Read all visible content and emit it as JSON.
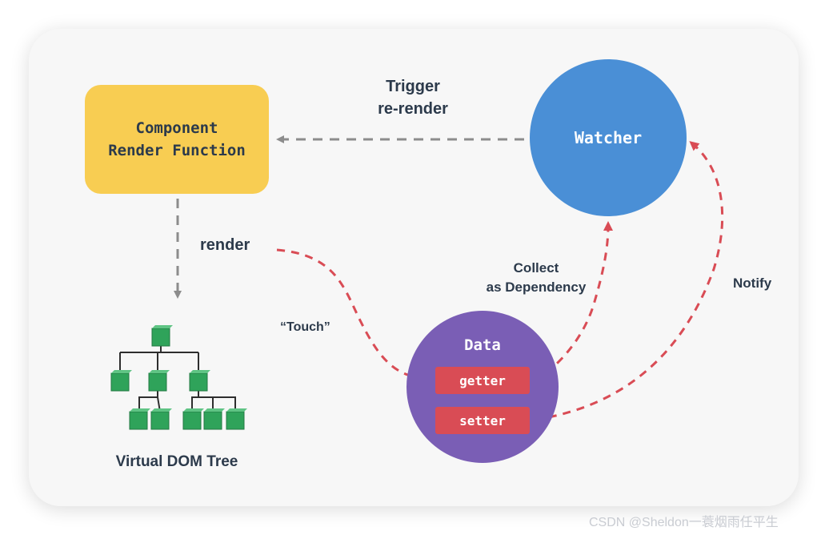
{
  "diagram": {
    "component_render_function": "Component Render Function",
    "watcher": "Watcher",
    "data": {
      "title": "Data",
      "getter": "getter",
      "setter": "setter"
    },
    "edges": {
      "trigger_rerender": [
        "Trigger",
        "re-render"
      ],
      "render": "render",
      "touch": "“Touch”",
      "collect_as_dependency": [
        "Collect",
        "as Dependency"
      ],
      "notify": "Notify"
    },
    "virtual_dom_tree": "Virtual DOM Tree"
  },
  "colors": {
    "component_box": "#f8cd52",
    "watcher_circle": "#4a8fd6",
    "data_circle": "#7a5eb5",
    "accessor_pill": "#d94c55",
    "tree_node": "#2fa35a",
    "dashed_gray": "#8c8c8c",
    "dashed_red": "#d94c55",
    "text_dark": "#2c3a4b"
  },
  "watermark": "CSDN @Sheldon一蓑烟雨任平生"
}
